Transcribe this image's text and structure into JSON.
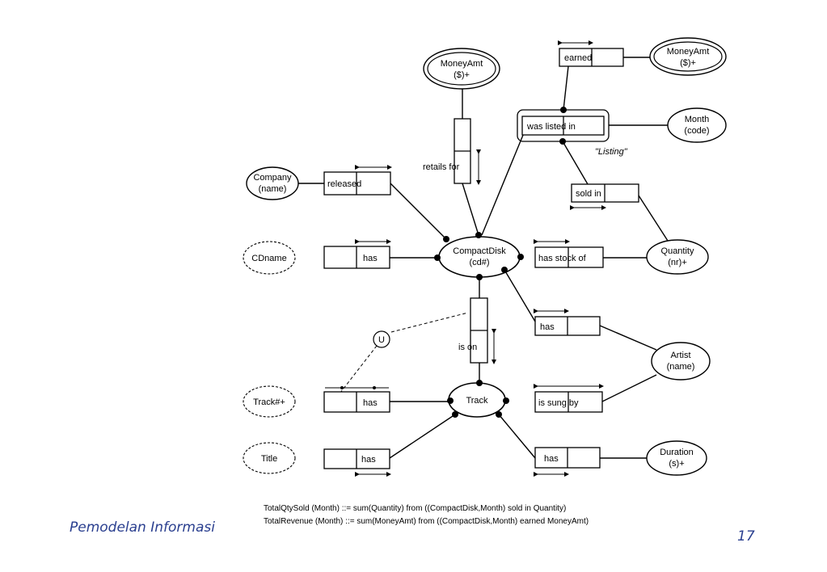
{
  "footer": {
    "left": "Pemodelan Informasi",
    "page_number": "17"
  },
  "formulas": [
    "TotalQtySold (Month) ::= sum(Quantity) from ((CompactDisk,Month) sold in Quantity)",
    "TotalRevenue (Month) ::= sum(MoneyAmt) from ((CompactDisk,Month) earned MoneyAmt)"
  ],
  "entities": {
    "compact_disk": {
      "line1": "CompactDisk",
      "line2": "(cd#)"
    },
    "track": {
      "line1": "Track"
    },
    "company": {
      "line1": "Company",
      "line2": "(name)"
    },
    "cdname": {
      "line1": "CDname"
    },
    "trackno": {
      "line1": "Track#+"
    },
    "title": {
      "line1": "Title"
    },
    "money_top": {
      "line1": "MoneyAmt",
      "line2": "($)+"
    },
    "money_right": {
      "line1": "MoneyAmt",
      "line2": "($)+"
    },
    "month": {
      "line1": "Month",
      "line2": "(code)"
    },
    "quantity": {
      "line1": "Quantity",
      "line2": "(nr)+"
    },
    "artist": {
      "line1": "Artist",
      "line2": "(name)"
    },
    "duration": {
      "line1": "Duration",
      "line2": "(s)+"
    }
  },
  "roles": {
    "released": "released",
    "has": "has",
    "retails_for": "retails for",
    "earned": "earned",
    "was_listed_in": "was listed in",
    "listing": "\"Listing\"",
    "sold_in": "sold in",
    "has_stock_of": "has stock of",
    "is_on": "is on",
    "is_sung_by": "is sung by"
  },
  "subset_symbol": "U"
}
